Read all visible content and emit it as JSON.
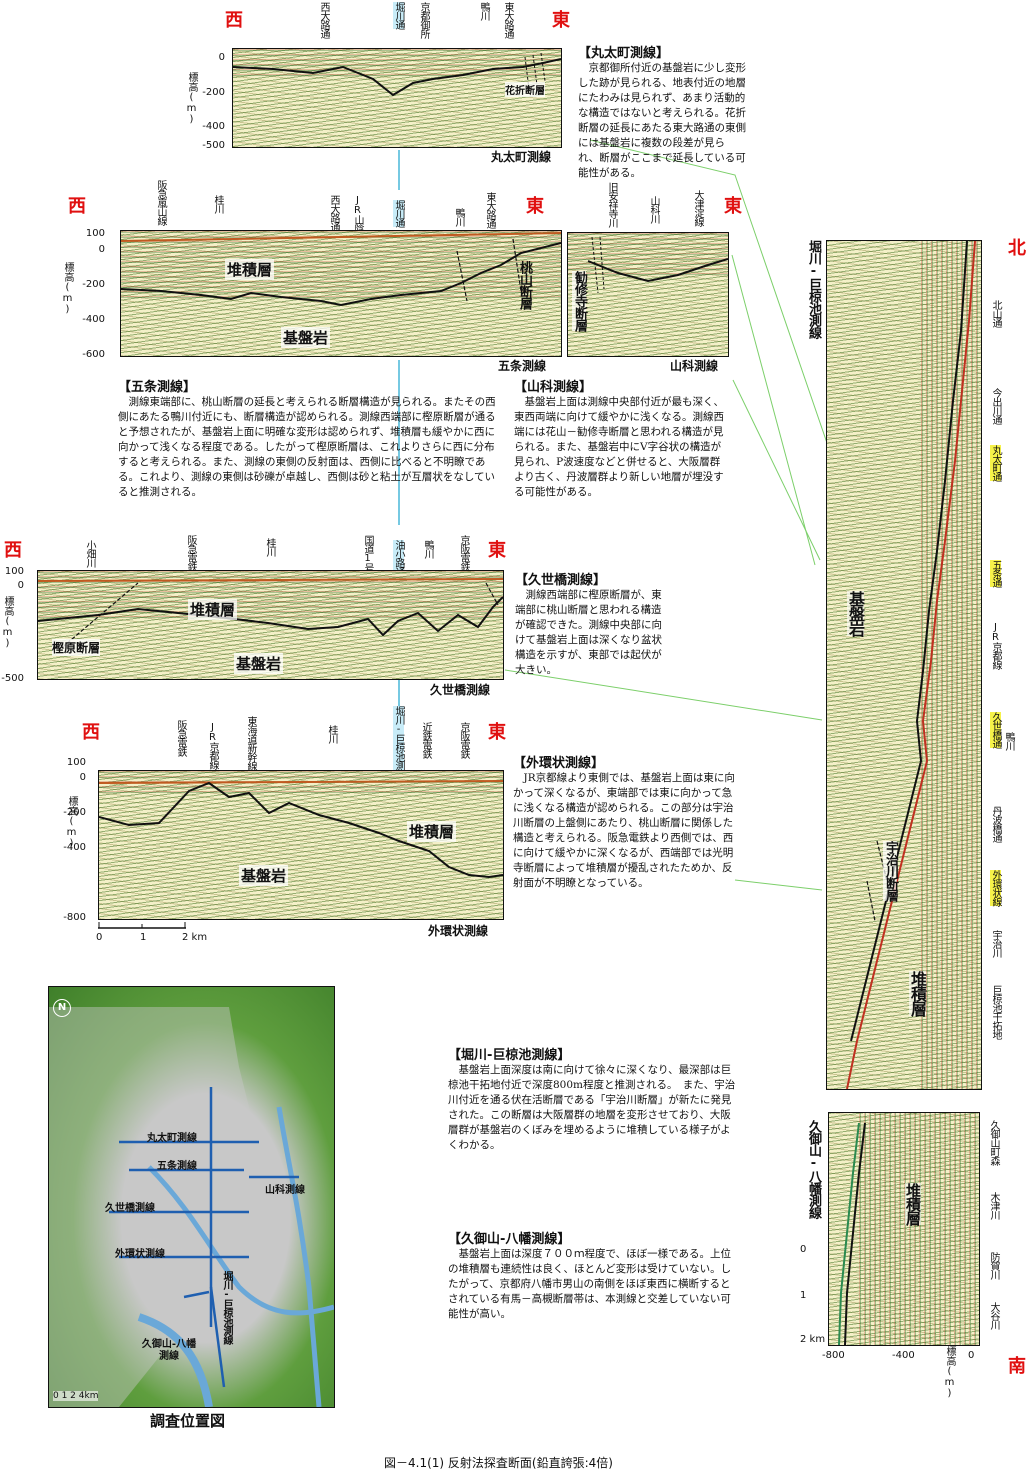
{
  "directions": {
    "west": "西",
    "east": "東",
    "north": "北",
    "south": "南"
  },
  "axis": {
    "elevation_label": "標高(m)",
    "elevation_label_rot": "標高(m)"
  },
  "marutamachi": {
    "name": "丸太町測線",
    "stations": [
      "西大路通",
      "堀川通",
      "京都御所",
      "鴨川",
      "東大路通"
    ],
    "ticks": [
      "0",
      "-200",
      "-400",
      "-500"
    ],
    "fault": "花折断層",
    "heading": "【丸太町測線】",
    "text": "京都御所付近の基盤岩に少し変形した跡が見られる、地表付近の地層にたわみは見られず、あまり活動的な構造ではないと考えられる。花折断層の延長にあたる東大路通の東側には基盤岩に複数の段差が見られ、断層がここまで延長している可能性がある。"
  },
  "gojo": {
    "name": "五条測線",
    "stations": [
      "阪急嵐山線",
      "桂川",
      "西大路通",
      "JR山陰線",
      "堀川通",
      "鴨川",
      "東大路通"
    ],
    "ticks": [
      "100",
      "0",
      "-200",
      "-400",
      "-600"
    ],
    "sediment": "堆積層",
    "bedrock": "基盤岩",
    "fault": "桃山断層",
    "heading": "【五条測線】",
    "text": "測線東端部に、桃山断層の延長と考えられる断層構造が見られる。またその西側にあたる鴨川付近にも、断層構造が認められる。測線西端部に樫原断層が通ると予想されたが、基盤岩上面に明確な変形は認められず、堆積層も緩やかに西に向かって浅くなる程度である。したがって樫原断層は、これよりさらに西に分布すると考えられる。また、測線の東側の反射面は、西側に比べると不明瞭である。これより、測線の東側は砂礫が卓越し、西側は砂と粘土が互層状をなしていると推測される。"
  },
  "yamashina": {
    "name": "山科測線",
    "stations": [
      "旧安祥寺川",
      "山科川",
      "大津淀線"
    ],
    "fault": "勧修寺断層",
    "heading": "【山科測線】",
    "text": "基盤岩上面は測線中央部付近が最も深く、東西両端に向けて緩やかに浅くなる。測線西端には花山－勧修寺断層と思われる構造が見られる。また、基盤岩中にV字谷状の構造が見られ、P波速度などと併せると、大阪層群より古く、丹波層群より新しい地層が埋没する可能性がある。"
  },
  "kuze": {
    "name": "久世橋測線",
    "stations": [
      "小畑川",
      "阪急電鉄",
      "桂川",
      "国道1号",
      "油小路通",
      "鴨川",
      "京阪電鉄"
    ],
    "ticks": [
      "100",
      "0",
      "-500"
    ],
    "sediment": "堆積層",
    "bedrock": "基盤岩",
    "fault": "樫原断層",
    "heading": "【久世橋測線】",
    "text": "測線西端部に樫原断層が、東端部に桃山断層と思われる構造が確認できた。測線中央部に向けて基盤岩上面は深くなり盆状構造を示すが、東部では起伏が大きい。"
  },
  "gaikan": {
    "name": "外環状測線",
    "stations": [
      "阪急電鉄",
      "JR京都線",
      "東海道新幹線",
      "桂川",
      "堀川-巨椋池測線",
      "近鉄電鉄",
      "京阪電鉄"
    ],
    "ticks": [
      "100",
      "0",
      "-200",
      "-400",
      "-800"
    ],
    "scale": [
      "0",
      "1",
      "2 km"
    ],
    "sediment": "堆積層",
    "bedrock": "基盤岩",
    "heading": "【外環状測線】",
    "text": "JR京都線より東側では、基盤岩上面は東に向かって深くなるが、東端部では東に向かって急に浅くなる構造が認められる。この部分は宇治川断層の上盤側にあたり、桃山断層に関係した構造と考えられる。阪急電鉄より西側では、西に向けて緩やかに深くなるが、西端部では光明寺断層によって堆積層が擾乱されたためか、反射面が不明瞭となっている。"
  },
  "horikawa": {
    "name": "堀川-巨椋池測線",
    "stations": [
      "北山通",
      "今出川通",
      "丸太町通",
      "五条通",
      "JR京都線",
      "久世橋通",
      "鴨川",
      "丹波橋通",
      "外環状線",
      "宇治川",
      "巨椋池干拓地"
    ],
    "bedrock": "基盤岩",
    "sediment": "堆積層",
    "fault": "宇治川断層",
    "heading": "【堀川-巨椋池測線】",
    "text": "基盤岩上面深度は南に向けて徐々に深くなり、最深部は巨椋池干拓地付近で深度800m程度と推測される。　また、宇治川付近を通る伏在活断層である「宇治川断層」が新たに発見された。この断層は大阪層群の地層を変形させており、大阪層群が基盤岩のくぼみを埋めるように堆積している様子がよくわかる。"
  },
  "kugoyama": {
    "name": "久御山-八幡測線",
    "stations": [
      "久御山町森",
      "木津川",
      "防賀川",
      "大谷川"
    ],
    "sediment": "堆積層",
    "ticks": [
      "-800",
      "-400",
      "0"
    ],
    "scale": [
      "0",
      "1",
      "2 km"
    ],
    "heading": "【久御山-八幡測線】",
    "text": "基盤岩上面は深度７００ｍ程度で、ほぼ一様である。上位の堆積層も連続性は良く、ほとんど変形は受けていない。したがって、京都府八幡市男山の南側をほぼ東西に横断するとされている有馬－高槻断層帯は、本測線と交差していない可能性が高い。"
  },
  "map": {
    "title": "調査位置図",
    "north": "N",
    "lines": [
      "丸太町測線",
      "五条測線",
      "山科測線",
      "久世橋測線",
      "外環状測線",
      "堀川-巨椋池測線",
      "久御山-八幡測線"
    ],
    "scale": "0 1 2 4km"
  },
  "caption": "図－4.1(1)  反射法探査断面(鉛直誇張:4倍)"
}
